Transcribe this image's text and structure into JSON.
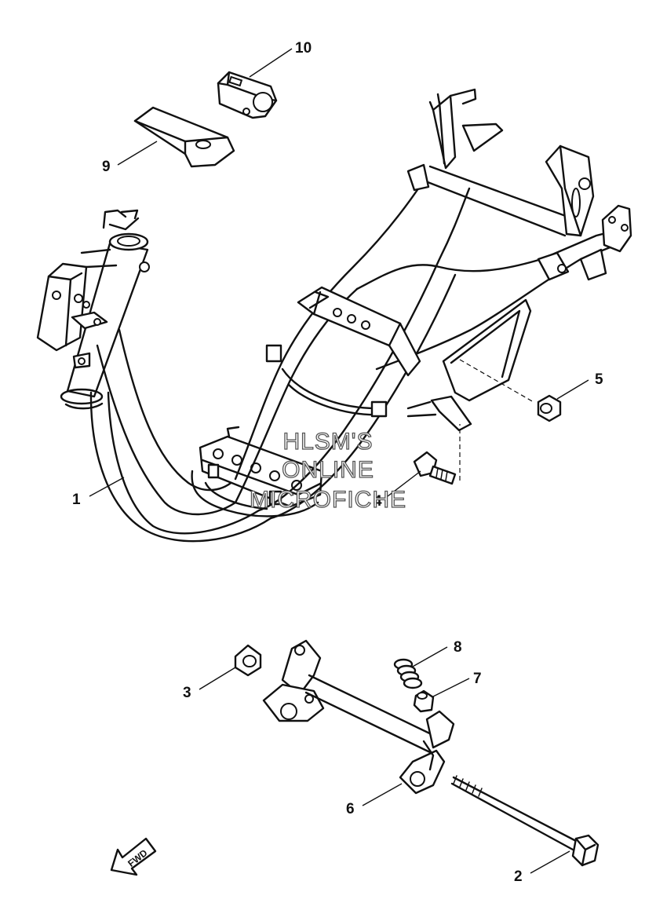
{
  "diagram": {
    "callouts": [
      {
        "id": "1",
        "label": "1"
      },
      {
        "id": "2",
        "label": "2"
      },
      {
        "id": "3",
        "label": "3"
      },
      {
        "id": "4",
        "label": "4"
      },
      {
        "id": "5",
        "label": "5"
      },
      {
        "id": "6",
        "label": "6"
      },
      {
        "id": "7",
        "label": "7"
      },
      {
        "id": "8",
        "label": "8"
      },
      {
        "id": "9",
        "label": "9"
      },
      {
        "id": "10",
        "label": "10"
      }
    ],
    "watermark": {
      "line1": "HLSM'S",
      "line2": "ONLINE",
      "line3": "MICROFICHE"
    },
    "direction_arrow": {
      "label": "FWD",
      "icon": "fwd-arrow-icon"
    }
  }
}
